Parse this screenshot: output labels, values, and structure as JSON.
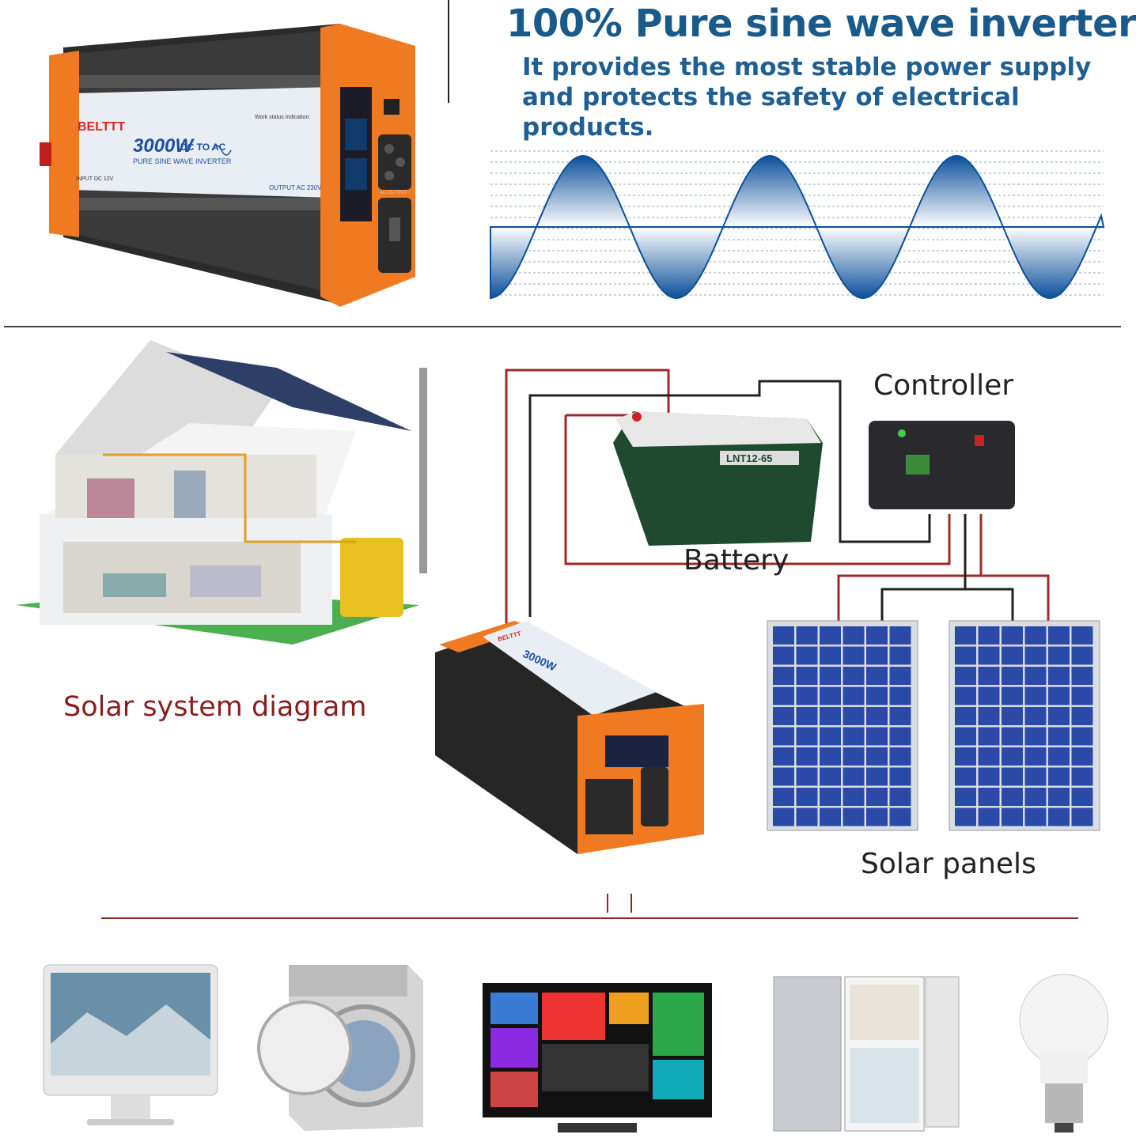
{
  "product": {
    "brand": "BELTTT",
    "power": "3000W",
    "conversion": "DC TO AC",
    "type": "PURE SINE WAVE INVERTER",
    "input": "INPUT DC 12V",
    "output": "OUTPUT AC 230V",
    "status_title": "Work status indication:",
    "socket_label": "AC OUTPUT"
  },
  "headline": {
    "title": "100% Pure sine wave inverter",
    "subtitle": "It provides the most stable power supply and protects the safety of electrical products."
  },
  "diagram": {
    "title": "Solar system diagram",
    "controller": "Controller",
    "battery": "Battery",
    "battery_model": "LNT12-65",
    "solar_panels": "Solar panels"
  },
  "colors": {
    "orange": "#f07a22",
    "navy": "#1a5a8a",
    "wire_red": "#a02828",
    "panel_blue": "#2b4aa8"
  },
  "appliances": [
    "computer-icon",
    "washing-machine-icon",
    "tv-icon",
    "refrigerator-icon",
    "light-bulb-icon"
  ]
}
